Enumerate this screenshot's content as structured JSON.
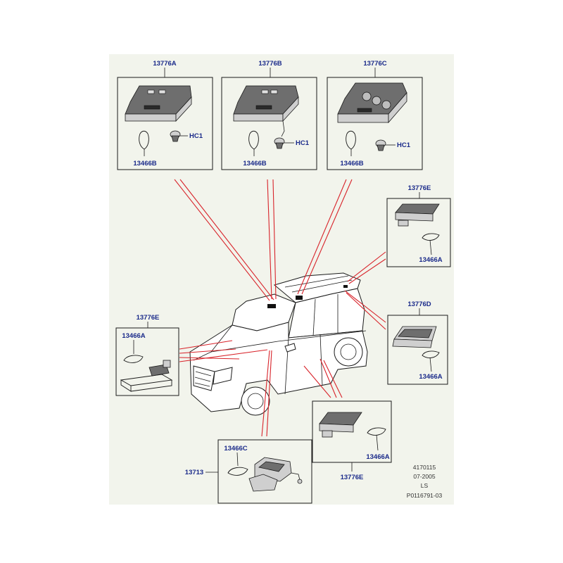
{
  "labels": {
    "top_a": "13776A",
    "top_b": "13776B",
    "top_c": "13776C",
    "hc1_a": "HC1",
    "hc1_b": "HC1",
    "hc1_c": "HC1",
    "bulb_b_1": "13466B",
    "bulb_b_2": "13466B",
    "bulb_b_3": "13466B",
    "right_e": "13776E",
    "right_e_bulb": "13466A",
    "right_d": "13776D",
    "right_d_bulb": "13466A",
    "left_e": "13776E",
    "left_e_bulb": "13466A",
    "bottom_e_bulb": "13466A",
    "bottom_e": "13776E",
    "bottom_c_bulb": "13466C",
    "bottom_13713": "13713"
  },
  "meta": {
    "line1": "4170115",
    "line2": "07-2005",
    "line3": "LS",
    "line4": "P0116791-03"
  },
  "colors": {
    "sheet_background": "#f2f4ec",
    "leader_lines": "#d8232a",
    "callout_text": "#1a2a8a"
  }
}
